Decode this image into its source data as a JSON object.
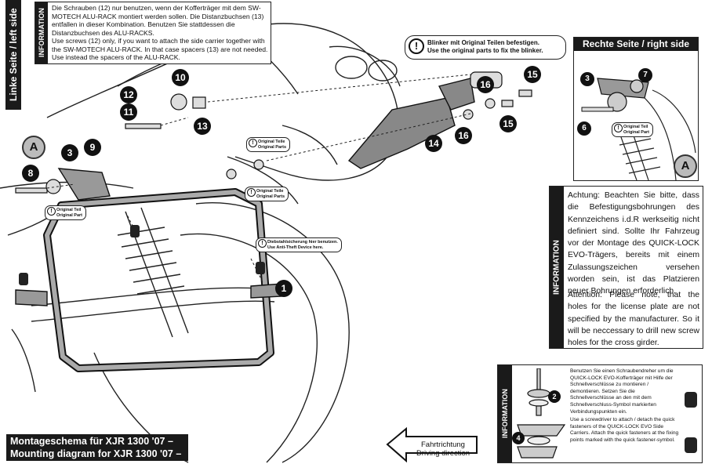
{
  "left_side_label": "Linke Seite / left side",
  "right_side_label": "Rechte Seite / right side",
  "info_label": "INFORMATION",
  "top_info": {
    "de": "Die Schrauben (12) nur benutzen, wenn der Kofferträger mit dem SW-MOTECH ALU-RACK montiert werden sollen. Die Distanzbuchsen (13) entfallen in dieser Kombination. Benutzen Sie stattdessen die Distanzbuchsen des ALU-RACKS.",
    "en": "Use screws (12) only, if you want to attach the side carrier together with the SW-MOTECH ALU-RACK. In that case spacers (13) are not needed. Use instead the spacers of the ALU-RACK."
  },
  "blinker_note": {
    "de": "Blinker mit Original Teilen befestigen.",
    "en": "Use the original parts to fix the blinker."
  },
  "license_info": {
    "de": "Achtung: Beachten Sie bitte, dass die Befestigungsbohrungen des Kennzeichens i.d.R werkseitig nicht definiert sind. Sollte Ihr Fahrzeug vor der Montage des QUICK-LOCK EVO-Trägers, bereits mit einem Zulassungszeichen versehen worden sein, ist das Platzieren neuer Bohrungen erforderlich.",
    "en": "Attention: Please note, that the holes for the license plate are not specified by the manufacturer. So it will be neccessary to drill new screw holes for the cross girder."
  },
  "quicklock_info": {
    "de": "Benutzen Sie einen Schraubendreher um die QUICK-LOCK EVO-Kofferträger mit Hilfe der Schnellverschlüsse zu montieren / demontieren. Setzen Sie die Schnellverschlüsse an den mit dem Schnellverschluss-Symbol markierten Verbindungspunkten ein.",
    "en": "Use a screwdriver to attach / detach the quick fasteners of the QUICK-LOCK EVO Side Carriers. Attach the quick fasteners at the fixing points marked with the quick fastener-symbol."
  },
  "original_tag": {
    "de": "Original Teile",
    "en": "Original Parts"
  },
  "original_tag_single": {
    "de": "Original Teil",
    "en": "Original Part"
  },
  "quickfastener_tag": {
    "de": "Diebstahlsicherung hier benutzen.",
    "en": "Use Anti-Theft Device here."
  },
  "title": {
    "de": "Montageschema für XJR 1300 '07 –",
    "en": "Mounting diagram for XJR 1300 '07 –"
  },
  "direction": {
    "de": "Fahrtrichtung",
    "en": "Driving direction"
  },
  "part_numbers": [
    "1",
    "2",
    "3",
    "4",
    "6",
    "7",
    "8",
    "9",
    "10",
    "11",
    "12",
    "13",
    "14",
    "15",
    "16"
  ],
  "detail_marker": "A",
  "warn_symbol": "!"
}
